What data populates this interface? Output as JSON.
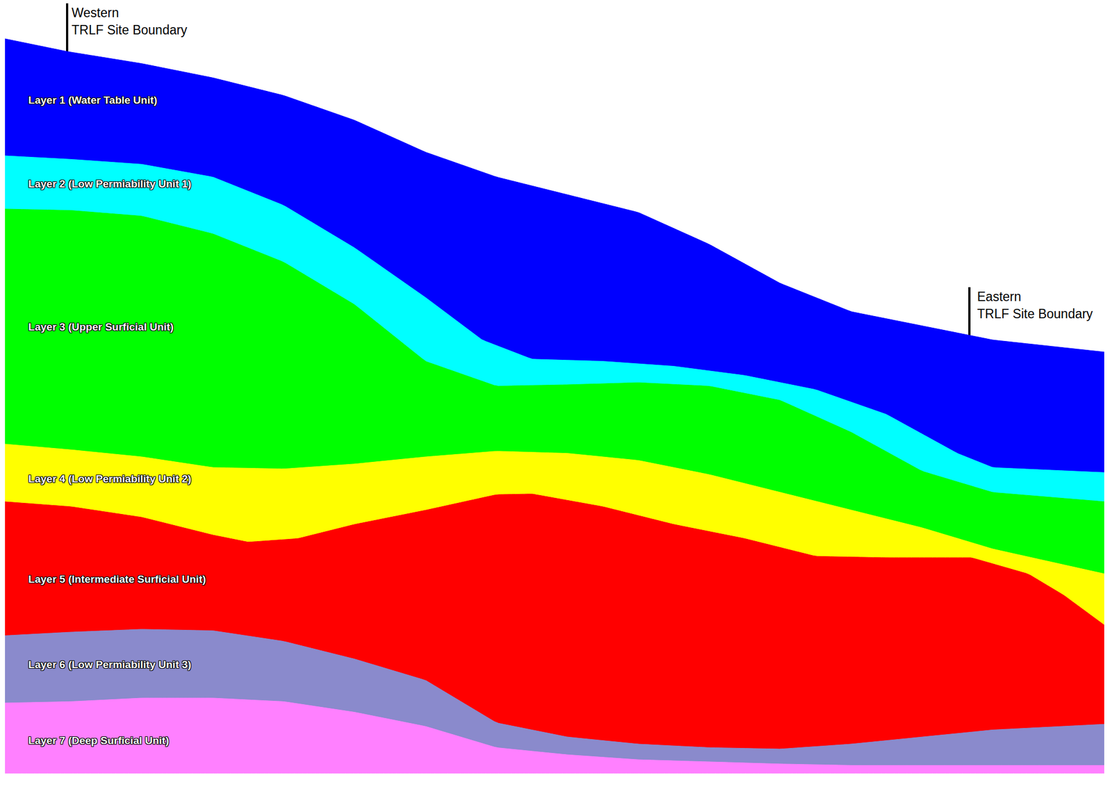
{
  "diagram": {
    "nodes": [
      {
        "text": [
          "Layer 1 (Water Table Unit)"
        ]
      },
      {
        "text": [
          "Layer 2 (Low Permiability Unit 1)"
        ]
      },
      {
        "text": [
          "Layer 3 (Upper Surficial Unit)"
        ]
      },
      {
        "text": [
          "Layer 4 (Low Permiability Unit 2)"
        ]
      },
      {
        "text": [
          "Layer 5 (Intermediate Surficial Unit)"
        ]
      },
      {
        "text": [
          "Layer 6 (Low Permiability Unit 3)"
        ]
      },
      {
        "text": [
          "Layer 7 (Deep Surficial Unit)"
        ]
      }
    ],
    "labels": [
      "Western TRLF Site Boundary",
      "Eastern TRLF Site Boundary"
    ]
  }
}
